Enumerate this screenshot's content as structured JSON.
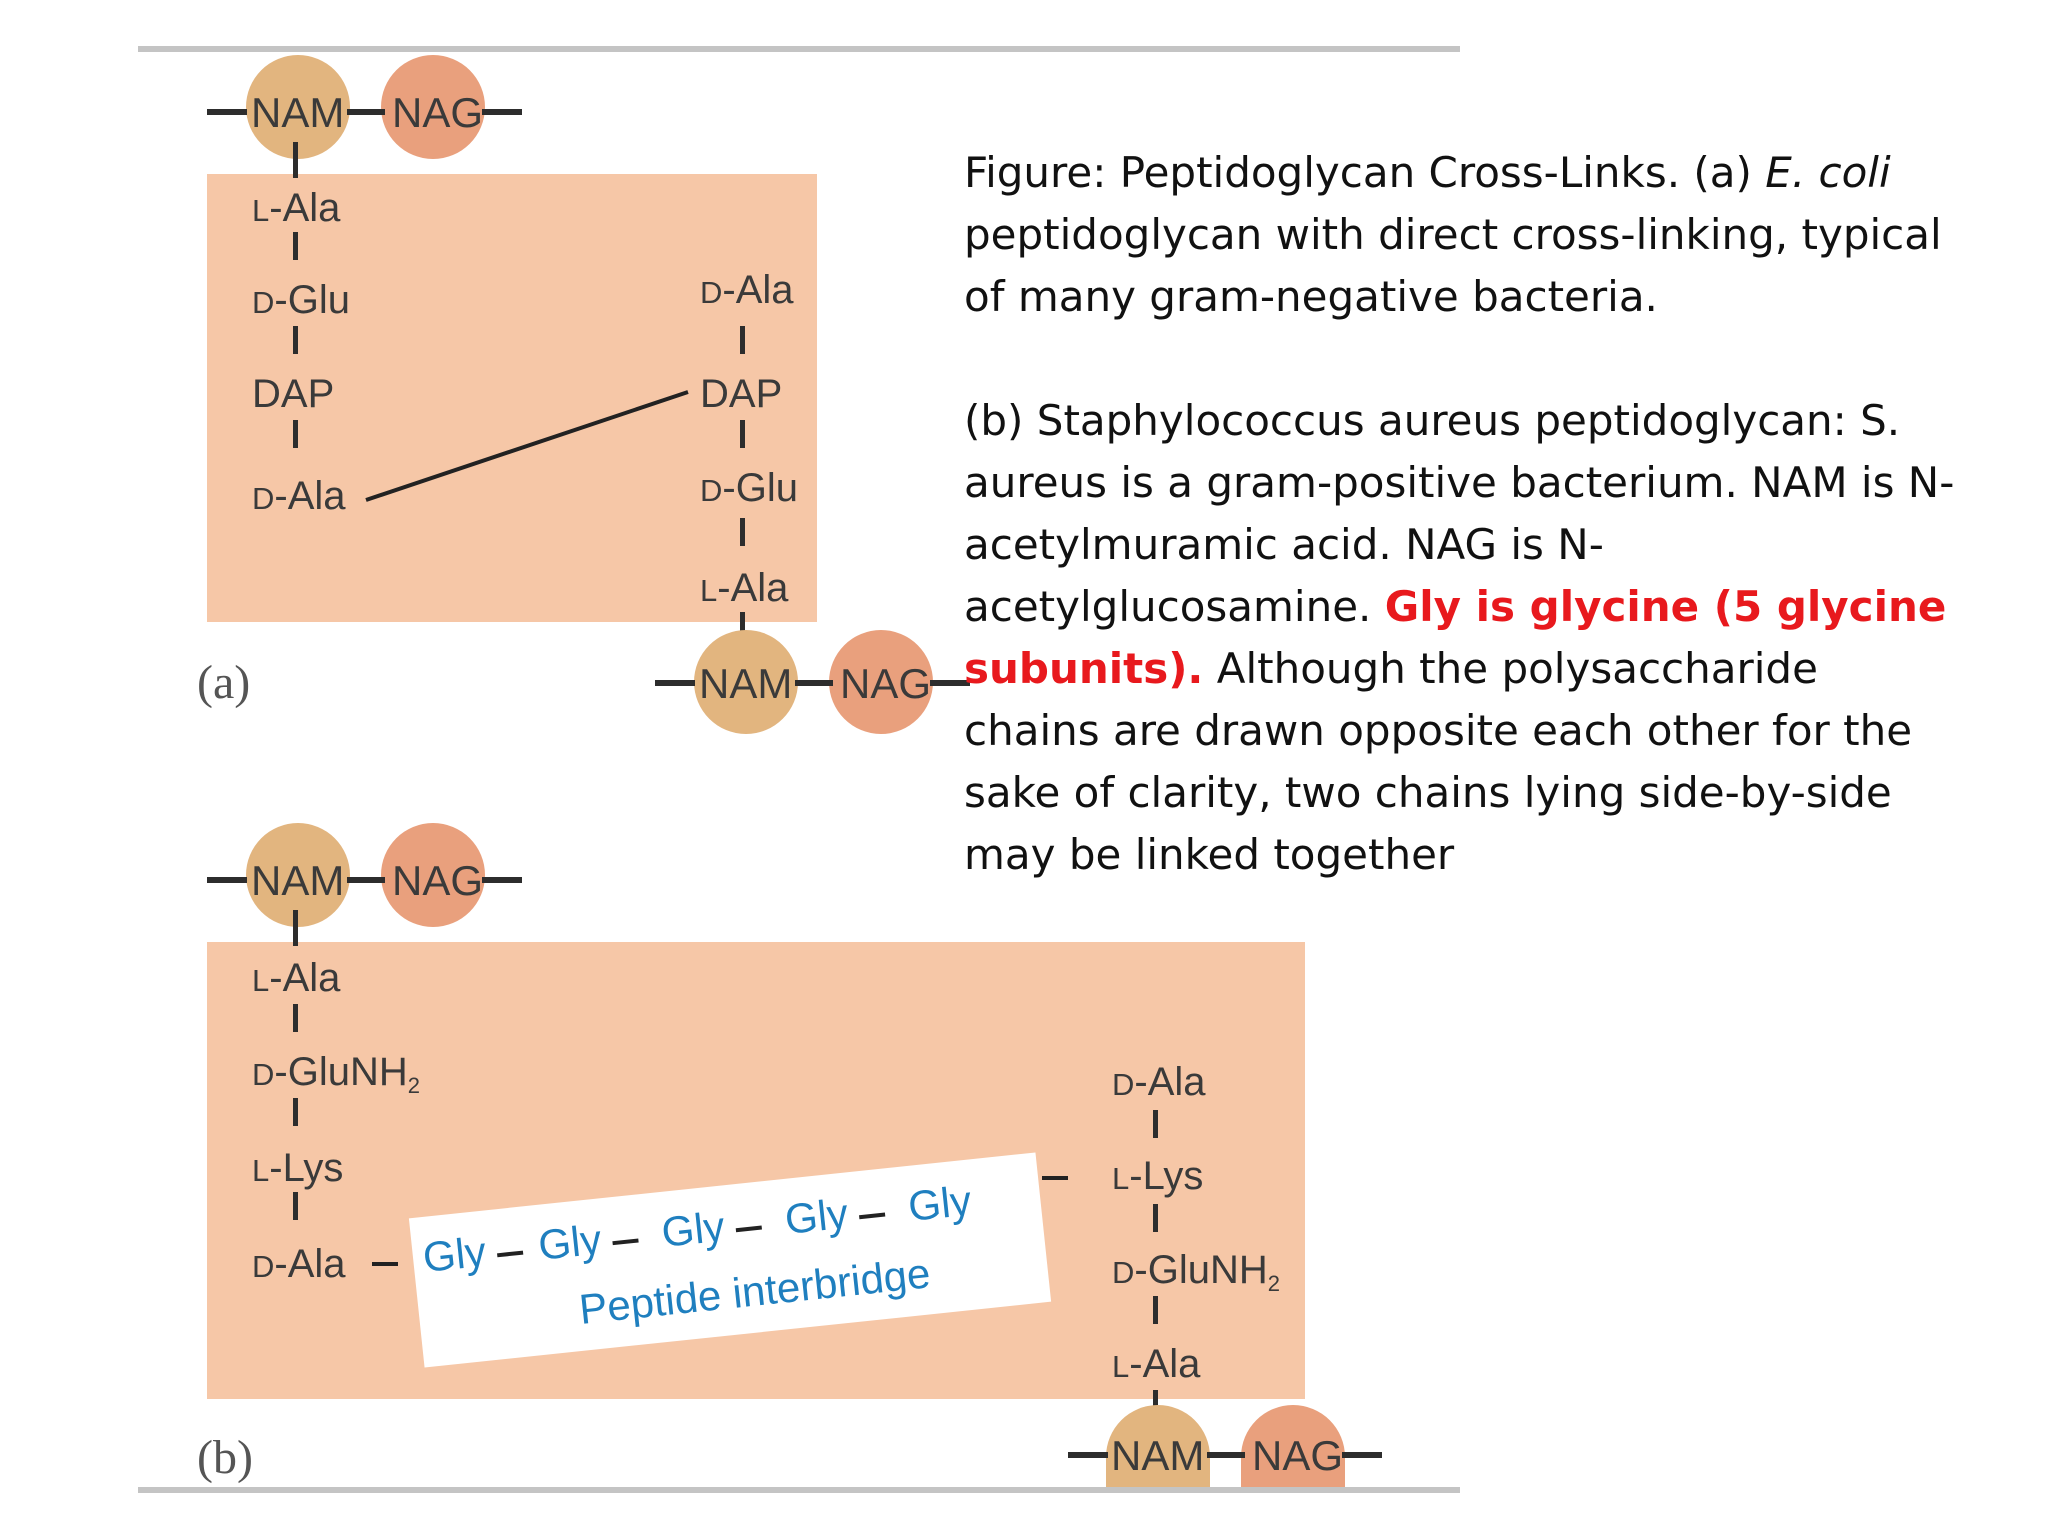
{
  "panel_a": {
    "label": "(a)",
    "chain_top": {
      "nam": "NAM",
      "nag": "NAG"
    },
    "left_peptide": [
      {
        "prefix": "L",
        "rest": "-Ala"
      },
      {
        "prefix": "D",
        "rest": "-Glu"
      },
      {
        "prefix": "",
        "rest": "DAP"
      },
      {
        "prefix": "D",
        "rest": "-Ala"
      }
    ],
    "right_peptide": [
      {
        "prefix": "D",
        "rest": "-Ala"
      },
      {
        "prefix": "",
        "rest": "DAP"
      },
      {
        "prefix": "D",
        "rest": "-Glu"
      },
      {
        "prefix": "L",
        "rest": "-Ala"
      }
    ],
    "chain_bottom": {
      "nam": "NAM",
      "nag": "NAG"
    }
  },
  "panel_b": {
    "label": "(b)",
    "chain_top": {
      "nam": "NAM",
      "nag": "NAG"
    },
    "left_peptide": [
      {
        "prefix": "L",
        "rest": "-Ala",
        "sub": ""
      },
      {
        "prefix": "D",
        "rest": "-GluNH",
        "sub": "2"
      },
      {
        "prefix": "L",
        "rest": "-Lys",
        "sub": ""
      },
      {
        "prefix": "D",
        "rest": "-Ala",
        "sub": ""
      }
    ],
    "right_peptide": [
      {
        "prefix": "D",
        "rest": "-Ala",
        "sub": ""
      },
      {
        "prefix": "L",
        "rest": "-Lys",
        "sub": ""
      },
      {
        "prefix": "D",
        "rest": "-GluNH",
        "sub": "2"
      },
      {
        "prefix": "L",
        "rest": "-Ala",
        "sub": ""
      }
    ],
    "bridge_residues": [
      "Gly",
      "Gly",
      "Gly",
      "Gly",
      "Gly"
    ],
    "bridge_label": "Peptide interbridge",
    "chain_bottom": {
      "nam": "NAM",
      "nag": "NAG"
    }
  },
  "caption": {
    "a_prefix": "Figure: Peptidoglycan Cross-Links. (a) ",
    "a_italic": "E. coli",
    "a_suffix": "peptidoglycan with direct cross-linking, typical of many gram-negative bacteria.",
    "b_intro": "(b) Staphylococcus aureus peptidoglycan: S. aureus is a gram-positive bacterium. NAM is N-acetylmuramic acid. NAG is N-acetylglucosamine. ",
    "b_highlight": "Gly is glycine (5 glycine subunits).",
    "b_rest": " Although the polysaccharide chains are drawn opposite each other for the sake of clarity, two chains lying side-by-side may be linked together"
  },
  "colors": {
    "panel_fill": "#f6c7a7",
    "nam_fill": "#e2b57f",
    "nag_fill": "#e9a07d",
    "gly_text": "#1f7fbf",
    "highlight": "#e8191d"
  }
}
